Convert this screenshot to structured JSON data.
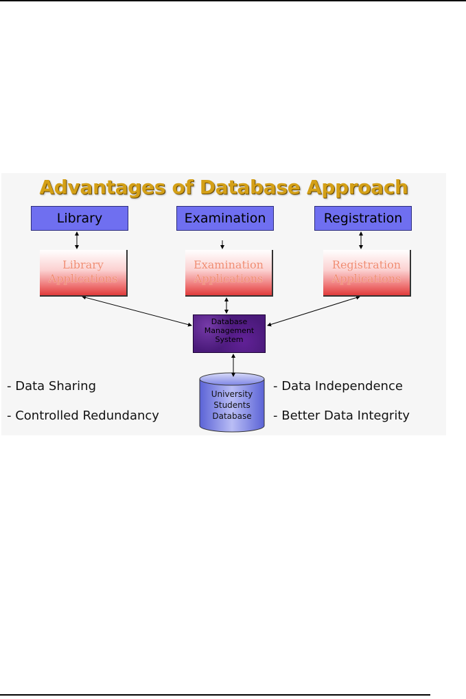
{
  "title": "Advantages of Database Approach",
  "systems": [
    {
      "label": "Library"
    },
    {
      "label": "Examination"
    },
    {
      "label": "Registration"
    }
  ],
  "applications": [
    {
      "line1": "Library",
      "line2": "Applications"
    },
    {
      "line1": "Examination",
      "line2": "Applications"
    },
    {
      "line1": "Registration",
      "line2": "Applications"
    }
  ],
  "dbms": {
    "line1": "Database",
    "line2": "Management",
    "line3": "System"
  },
  "database": {
    "line1": "University",
    "line2": "Students",
    "line3": "Database"
  },
  "features": {
    "left": [
      "- Data Sharing",
      "- Controlled Redundancy"
    ],
    "right": [
      "- Data Independence",
      "- Better Data Integrity"
    ]
  },
  "colors": {
    "title": "#d4a017",
    "system_box": "#6f6ff0",
    "application_text": "#f08a70",
    "dbms_box": "#4a1a7a",
    "database_cylinder": "#7f86e6"
  }
}
